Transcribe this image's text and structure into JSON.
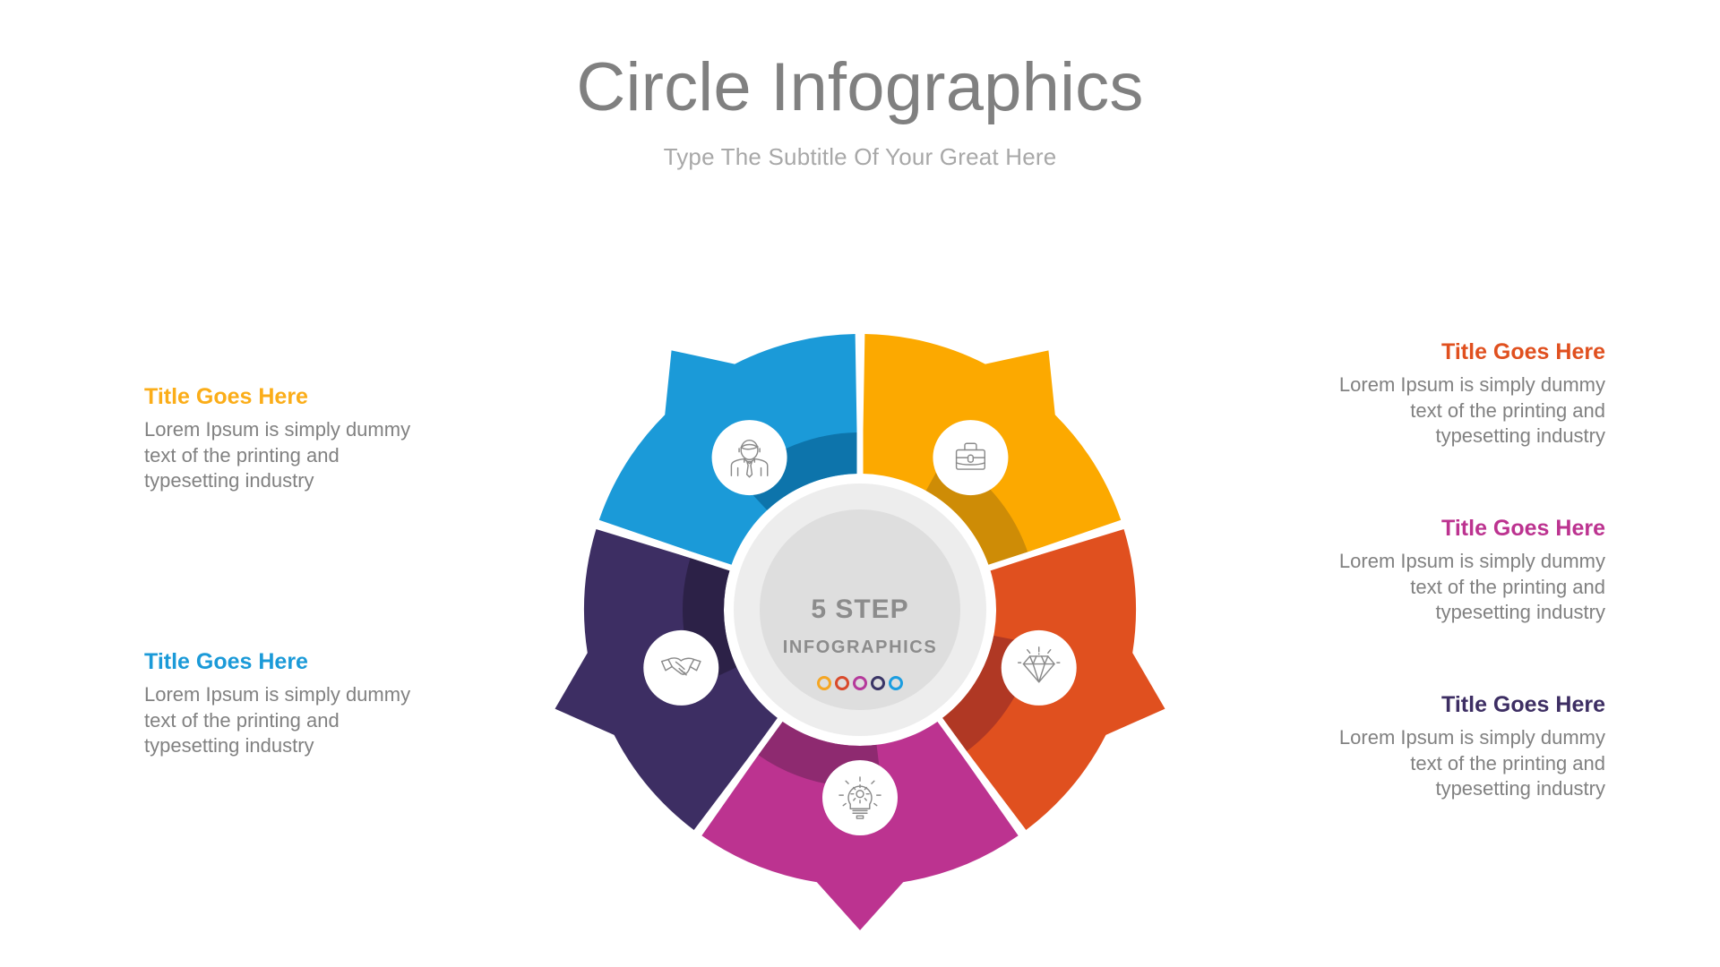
{
  "header": {
    "title": "Circle Infographics",
    "subtitle": "Type The Subtitle Of Your Great Here",
    "title_color": "#808080",
    "subtitle_color": "#a8a8a8"
  },
  "hub": {
    "line1": "5 STEP",
    "line2": "INFOGRAPHICS",
    "text_color": "#8c8c8c",
    "outer_ring_color": "#ededed",
    "inner_disc_color": "#dedede",
    "dot_colors": [
      "#f5a623",
      "#d94a2b",
      "#b5399b",
      "#3a3566",
      "#1b9de0"
    ]
  },
  "chart_data": {
    "type": "pie",
    "title": "Circle Infographics",
    "subtitle": "Type The Subtitle Of Your Great Here",
    "step_count": 5,
    "segments": [
      {
        "index": 1,
        "label": "Title Goes Here",
        "value": 20,
        "color": "#fca900",
        "shadow_color": "#ce8c06",
        "icon": "briefcase-icon",
        "angle_start": -90,
        "angle_end": -18
      },
      {
        "index": 2,
        "label": "Title Goes Here",
        "value": 20,
        "color": "#e0501f",
        "shadow_color": "#b03824",
        "icon": "diamond-icon",
        "angle_start": -18,
        "angle_end": 54
      },
      {
        "index": 3,
        "label": "Title Goes Here",
        "value": 20,
        "color": "#bc3390",
        "shadow_color": "#8e2a70",
        "icon": "lightbulb-gear-icon",
        "angle_start": 54,
        "angle_end": 126
      },
      {
        "index": 4,
        "label": "Title Goes Here",
        "value": 20,
        "color": "#3d2e63",
        "shadow_color": "#2c2147",
        "icon": "handshake-icon",
        "angle_start": 126,
        "angle_end": 198
      },
      {
        "index": 5,
        "label": "Title Goes Here",
        "value": 20,
        "color": "#1b9ad8",
        "shadow_color": "#0d74ab",
        "icon": "businessman-icon",
        "angle_start": 198,
        "angle_end": 270
      }
    ],
    "legend": [
      "Title Goes Here",
      "Title Goes Here",
      "Title Goes Here",
      "Title Goes Here",
      "Title Goes Here"
    ],
    "xlabel": "",
    "ylabel": "",
    "grid": false,
    "legend_position": "sides"
  },
  "blocks": [
    {
      "title": "Title Goes Here",
      "title_color": "#fbad18",
      "body": "Lorem Ipsum is simply dummy text of the printing and typesetting industry",
      "align": "left",
      "icon": "briefcase-icon"
    },
    {
      "title": "Title Goes Here",
      "title_color": "#1b9ad8",
      "body": "Lorem Ipsum is simply dummy text of the printing and typesetting industry",
      "align": "left",
      "icon": "businessman-icon"
    },
    {
      "title": "Title Goes Here",
      "title_color": "#e0501f",
      "body": "Lorem Ipsum is simply dummy text of the printing and typesetting industry",
      "align": "right",
      "icon": "diamond-icon"
    },
    {
      "title": "Title Goes Here",
      "title_color": "#bc3390",
      "body": "Lorem Ipsum is simply dummy text of the printing and typesetting industry",
      "align": "right",
      "icon": "lightbulb-gear-icon"
    },
    {
      "title": "Title Goes Here",
      "title_color": "#3d2e63",
      "body": "Lorem Ipsum is simply dummy text of the printing and typesetting industry",
      "align": "right",
      "icon": "handshake-icon"
    }
  ]
}
